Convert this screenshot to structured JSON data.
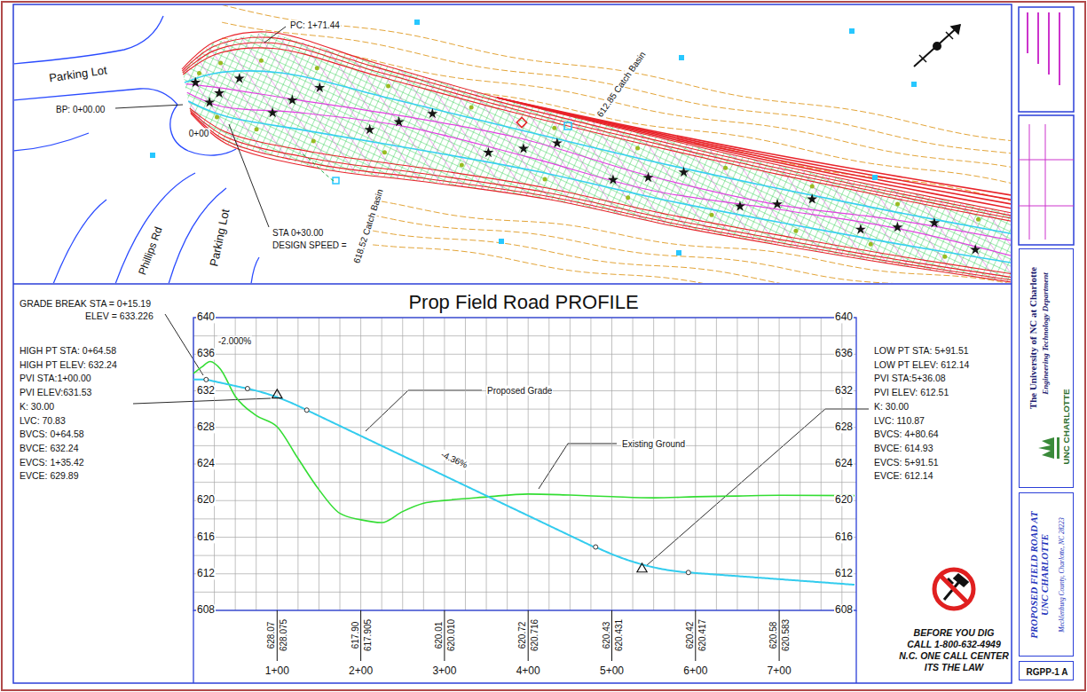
{
  "diagram": {
    "title": "Prop Field Road PROFILE",
    "nodes": [
      {
        "text": [
          "The University of NC at Charlotte",
          "Engineering Technology Department",
          "UNC CHARLOTTE"
        ]
      },
      {
        "text": [
          "PROPOSED FIELD ROAD AT UNC CHARLOTTE",
          "Mecklenburg County, Charlotte, NC 28223"
        ]
      },
      {
        "text": [
          "RGPP-1 A"
        ]
      }
    ],
    "labels": [
      "Parking Lot",
      "BP: 0+00.00",
      "0+00",
      "Phillips Rd",
      "Parking Lot",
      "STA 0+30.00",
      "DESIGN SPEED =",
      "618.52 Catch Basin",
      "PC: 1+71.44",
      "612.85 Catch Basin",
      "GRADE BREAK STA = 0+15.19",
      "ELEV = 633.226",
      "HIGH PT STA: 0+64.58",
      "HIGH PT ELEV: 632.24",
      "PVI STA:1+00.00",
      "PVI ELEV:631.53",
      "K: 30.00",
      "LVC: 70.83",
      "BVCS: 0+64.58",
      "BVCE: 632.24",
      "EVCS: 1+35.42",
      "EVCE: 629.89",
      "LOW PT STA: 5+91.51",
      "LOW PT ELEV: 612.14",
      "PVI STA:5+36.08",
      "PVI ELEV: 612.51",
      "K: 30.00",
      "LVC: 110.87",
      "BVCS: 4+80.64",
      "BVCE: 614.93",
      "EVCS: 5+91.51",
      "EVCE: 612.14",
      "-2.000%",
      "-4.36%",
      "Proposed Grade",
      "Existing Ground",
      "640",
      "636",
      "632",
      "628",
      "624",
      "620",
      "616",
      "612",
      "608",
      "640",
      "636",
      "632",
      "628",
      "624",
      "620",
      "616",
      "612",
      "608",
      "628.07",
      "628.075",
      "617.90",
      "617.905",
      "620.01",
      "620.010",
      "620.72",
      "620.716",
      "620.43",
      "620.431",
      "620.42",
      "620.417",
      "620.58",
      "620.583",
      "1+00",
      "2+00",
      "3+00",
      "4+00",
      "5+00",
      "6+00",
      "7+00",
      "BEFORE YOU DIG",
      "CALL 1-800-632-4949",
      "N.C. ONE CALL CENTER",
      "ITS THE LAW"
    ]
  }
}
